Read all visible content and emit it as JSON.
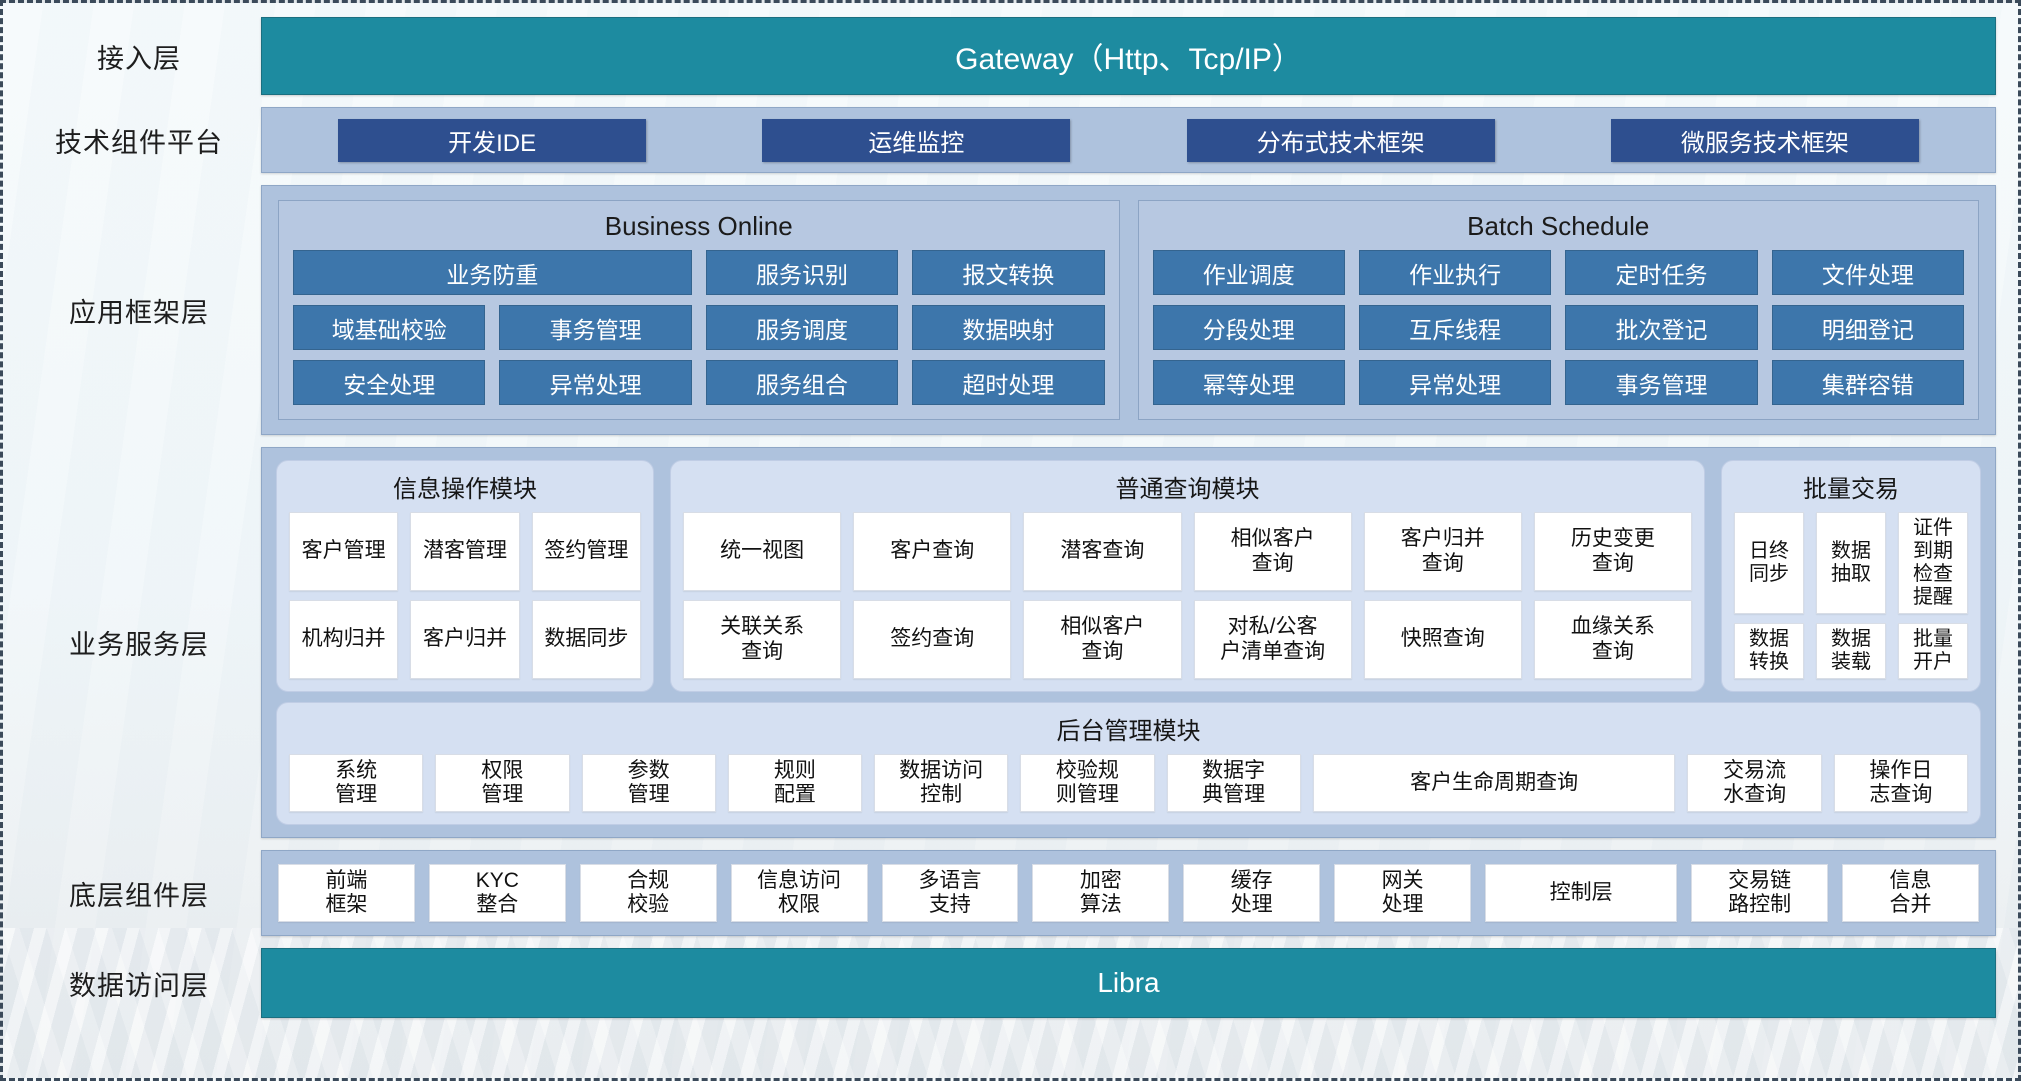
{
  "layers": [
    {
      "label": "接入层"
    },
    {
      "label": "技术组件平台"
    },
    {
      "label": "应用框架层"
    },
    {
      "label": "业务服务层"
    },
    {
      "label": "底层组件层"
    },
    {
      "label": "数据访问层"
    }
  ],
  "gateway": {
    "title": "Gateway（Http、Tcp/IP）"
  },
  "tech_platform": {
    "items": [
      {
        "label": "开发IDE"
      },
      {
        "label": "运维监控"
      },
      {
        "label": "分布式技术框架"
      },
      {
        "label": "微服务技术框架"
      }
    ]
  },
  "app_framework": {
    "panels": [
      {
        "title": "Business Online",
        "items": [
          {
            "label": "业务防重",
            "wide": true
          },
          {
            "label": "服务识别"
          },
          {
            "label": "报文转换"
          },
          {
            "label": "域基础校验"
          },
          {
            "label": "事务管理"
          },
          {
            "label": "服务调度"
          },
          {
            "label": "数据映射"
          },
          {
            "label": "安全处理"
          },
          {
            "label": "异常处理"
          },
          {
            "label": "服务组合"
          },
          {
            "label": "超时处理"
          }
        ]
      },
      {
        "title": "Batch Schedule",
        "items": [
          {
            "label": "作业调度"
          },
          {
            "label": "作业执行"
          },
          {
            "label": "定时任务"
          },
          {
            "label": "文件处理"
          },
          {
            "label": "分段处理"
          },
          {
            "label": "互斥线程"
          },
          {
            "label": "批次登记"
          },
          {
            "label": "明细登记"
          },
          {
            "label": "幂等处理"
          },
          {
            "label": "异常处理"
          },
          {
            "label": "事务管理"
          },
          {
            "label": "集群容错"
          }
        ]
      }
    ]
  },
  "business_service": {
    "modules": [
      {
        "title": "信息操作模块",
        "items": [
          {
            "label": "客户管理"
          },
          {
            "label": "潜客管理"
          },
          {
            "label": "签约管理"
          },
          {
            "label": "机构归并"
          },
          {
            "label": "客户归并"
          },
          {
            "label": "数据同步"
          }
        ]
      },
      {
        "title": "普通查询模块",
        "items": [
          {
            "label": "统一视图"
          },
          {
            "label": "客户查询"
          },
          {
            "label": "潜客查询"
          },
          {
            "label": "相似客户\n查询"
          },
          {
            "label": "客户归并\n查询"
          },
          {
            "label": "历史变更\n查询"
          },
          {
            "label": "关联关系\n查询"
          },
          {
            "label": "签约查询"
          },
          {
            "label": "相似客户\n查询"
          },
          {
            "label": "对私/公客\n户清单查询"
          },
          {
            "label": "快照查询"
          },
          {
            "label": "血缘关系\n查询"
          }
        ]
      },
      {
        "title": "批量交易",
        "items": [
          {
            "label": "日终\n同步"
          },
          {
            "label": "数据\n抽取"
          },
          {
            "label": "证件到期\n检查提醒"
          },
          {
            "label": "数据\n转换"
          },
          {
            "label": "数据\n装载"
          },
          {
            "label": "批量\n开户"
          }
        ]
      }
    ],
    "admin_module": {
      "title": "后台管理模块",
      "items": [
        {
          "label": "系统\n管理"
        },
        {
          "label": "权限\n管理"
        },
        {
          "label": "参数\n管理"
        },
        {
          "label": "规则\n配置"
        },
        {
          "label": "数据访问\n控制"
        },
        {
          "label": "校验规\n则管理"
        },
        {
          "label": "数据字\n典管理"
        },
        {
          "label": "客户生命周期查询",
          "wide": true
        },
        {
          "label": "交易流\n水查询"
        },
        {
          "label": "操作日\n志查询"
        }
      ]
    }
  },
  "component_layer": {
    "items": [
      {
        "label": "前端\n框架"
      },
      {
        "label": "KYC\n整合"
      },
      {
        "label": "合规\n校验"
      },
      {
        "label": "信息访问\n权限"
      },
      {
        "label": "多语言\n支持"
      },
      {
        "label": "加密\n算法"
      },
      {
        "label": "缓存\n处理"
      },
      {
        "label": "网关\n处理"
      },
      {
        "label": "控制层",
        "wide": true
      },
      {
        "label": "交易链\n路控制"
      },
      {
        "label": "信息\n合并"
      }
    ]
  },
  "data_access": {
    "title": "Libra"
  },
  "colors": {
    "teal": "#1d8ba0",
    "panel_blue": "#aec2dd",
    "chip_dark_blue": "#2e4f8f",
    "chip_mid_blue": "#3d76ab",
    "module_bg": "#d5e0f2",
    "chip_white": "#ffffff",
    "text_dark": "#1d1d1d"
  }
}
